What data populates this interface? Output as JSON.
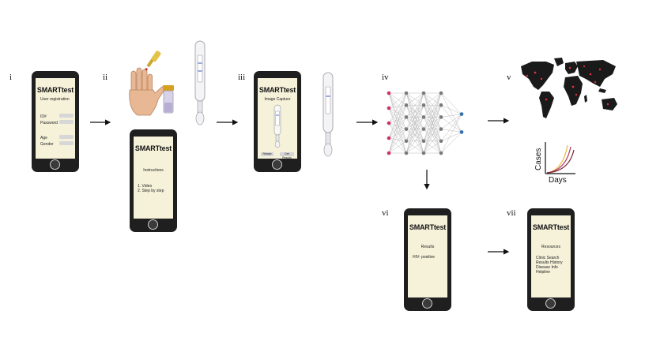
{
  "steps": [
    "i",
    "ii",
    "iii",
    "iv",
    "v",
    "vi",
    "vii"
  ],
  "app_name": "SMARTtest",
  "screen_i": {
    "subtitle": "User registration",
    "fields": [
      "ID#",
      "Password",
      "Age",
      "Gender"
    ]
  },
  "screen_ii": {
    "title": "Instructions",
    "items": [
      "1. Video",
      "2. Step by step"
    ]
  },
  "screen_iii": {
    "subtitle": "Image Capture",
    "buttons": [
      "Retake",
      "Get Results"
    ]
  },
  "screen_vi": {
    "title": "Results",
    "result": "HIV- positive"
  },
  "screen_vii": {
    "title": "Resources",
    "items": [
      "Clinic Search",
      "Results History",
      "Disease Info",
      "Helpline"
    ]
  },
  "cases_chart": {
    "ylabel": "Cases",
    "xlabel": "Days",
    "series_colors": [
      "#e8b84a",
      "#b23a5a",
      "#7a2a3a"
    ]
  },
  "colors": {
    "phone_body": "#1f1f1f",
    "screen": "#f6f2da",
    "node_input": "#d03060",
    "node_hidden": "#7a7a7a",
    "node_output": "#2f6fb0",
    "map_land": "#1a1a1a",
    "map_hotspot": "#e03040"
  }
}
